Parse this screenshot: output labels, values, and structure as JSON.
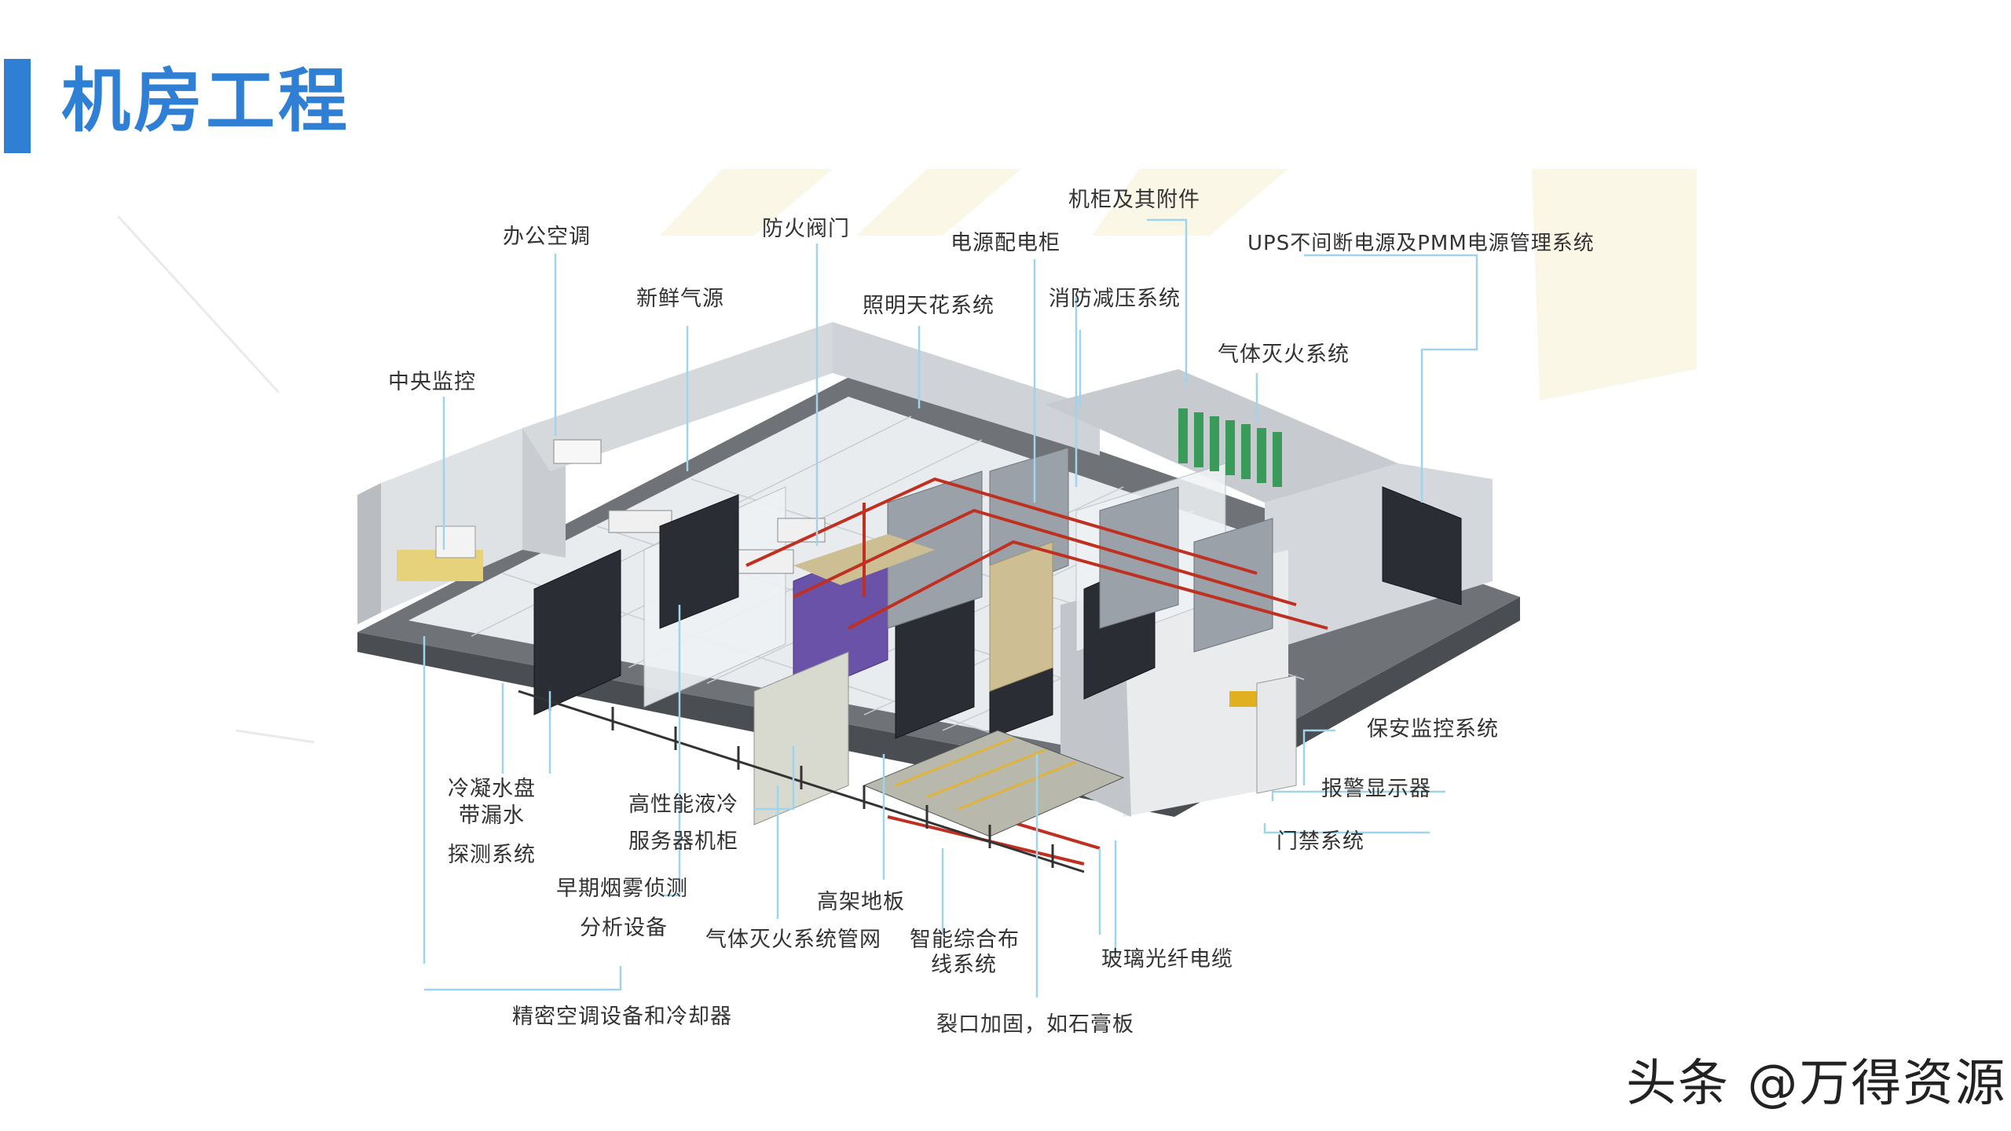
{
  "page": {
    "title": "机房工程",
    "watermark": "头条 @万得资源"
  },
  "labels": {
    "office_ac": "办公空调",
    "fire_damper": "防火阀门",
    "cabinet_accessories": "机柜及其附件",
    "power_cabinet": "电源配电柜",
    "ups": "UPS不间断电源及PMM电源管理系统",
    "fresh_air": "新鲜气源",
    "lighting_ceiling": "照明天花系统",
    "fire_decompression": "消防减压系统",
    "gas_fire_system": "气体灭火系统",
    "central_monitor": "中央监控",
    "security_monitor": "保安监控系统",
    "alarm_display": "报警显示器",
    "access_control": "门禁系统",
    "condensate_line1": "冷凝水盘",
    "condensate_line2": "带漏水",
    "condensate_line3": "探测系统",
    "hp_liquid_cooling": "高性能液冷",
    "server_cabinet": "服务器机柜",
    "smoke_detect_line1": "早期烟雾侦测",
    "smoke_detect_line2": "分析设备",
    "raised_floor": "高架地板",
    "gas_fire_pipe": "气体灭火系统管网",
    "cabling_line1": "智能综合布",
    "cabling_line2": "线系统",
    "fiber_cable": "玻璃光纤电缆",
    "precision_ac": "精密空调设备和冷却器",
    "crack_reinforce": "裂口加固，如石膏板"
  },
  "colors": {
    "accent": "#2f7fd4",
    "leader_line": "#9fd4ec",
    "pipe_red": "#c03020",
    "floor": "#e8ecef",
    "wall": "#d6d9dc",
    "rack_dark": "#2a2d33",
    "rack_purple": "#6a52a8",
    "gas_bottle": "#3a9a5a",
    "cream": "#fbf7e6"
  }
}
